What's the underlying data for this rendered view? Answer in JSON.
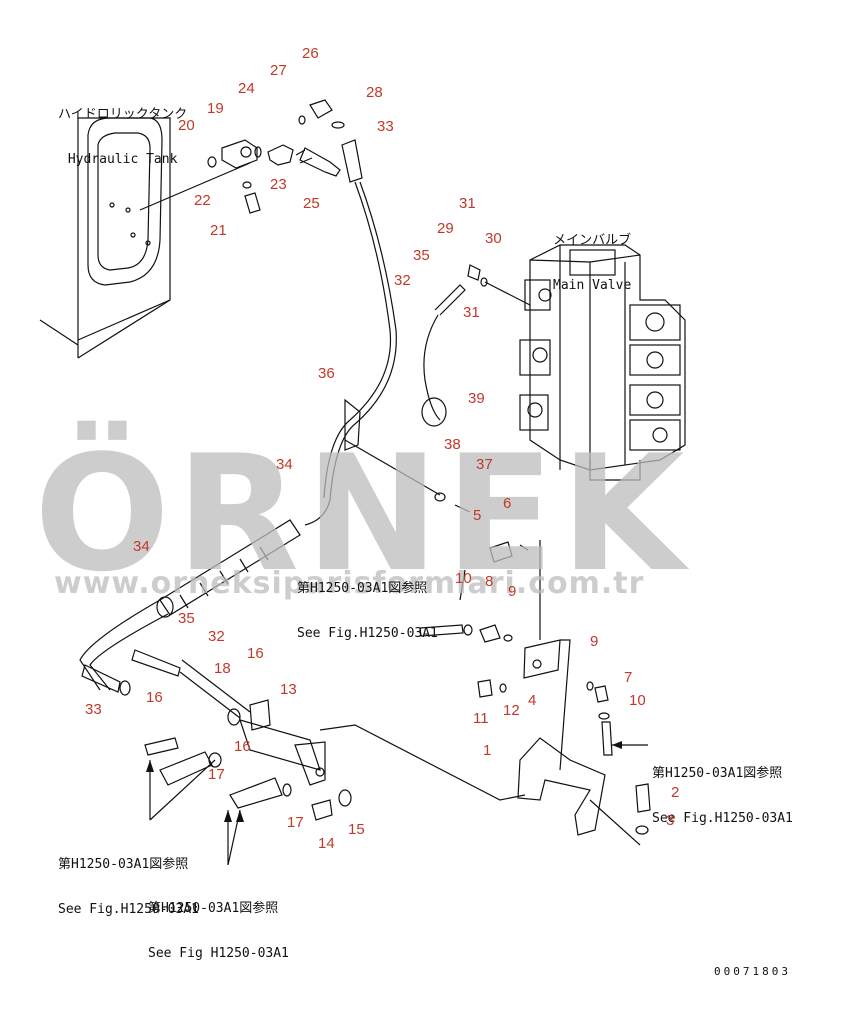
{
  "watermark": {
    "brand": "ÖRNEK",
    "url": "www.orneksiparisformlari.com.tr"
  },
  "components": {
    "hydraulic_tank_jp": "ハイドロリックタンク",
    "hydraulic_tank_en": "Hydraulic Tank",
    "main_valve_jp": "メインバルブ",
    "main_valve_en": "Main Valve"
  },
  "references": [
    {
      "jp": "第H1250-03A1図参照",
      "en": "See Fig.H1250-03A1"
    },
    {
      "jp": "第H1250-03A1図参照",
      "en": "See Fig.H1250-03A1"
    },
    {
      "jp": "第H1250-03A1図参照",
      "en": "See Fig.H1250-03A1"
    },
    {
      "jp": "第H1250-03A1図参照",
      "en": "See Fig H1250-03A1"
    }
  ],
  "part_labels": [
    "26",
    "27",
    "28",
    "24",
    "19",
    "20",
    "33",
    "23",
    "25",
    "22",
    "21",
    "31",
    "29",
    "30",
    "35",
    "31",
    "32",
    "36",
    "39",
    "38",
    "34",
    "37",
    "5",
    "6",
    "34",
    "8",
    "10",
    "35",
    "9",
    "32",
    "16",
    "18",
    "13",
    "9",
    "7",
    "33",
    "16",
    "10",
    "11",
    "12",
    "4",
    "16",
    "1",
    "17",
    "2",
    "3",
    "17",
    "15",
    "14"
  ],
  "drawing_number": "00071803"
}
